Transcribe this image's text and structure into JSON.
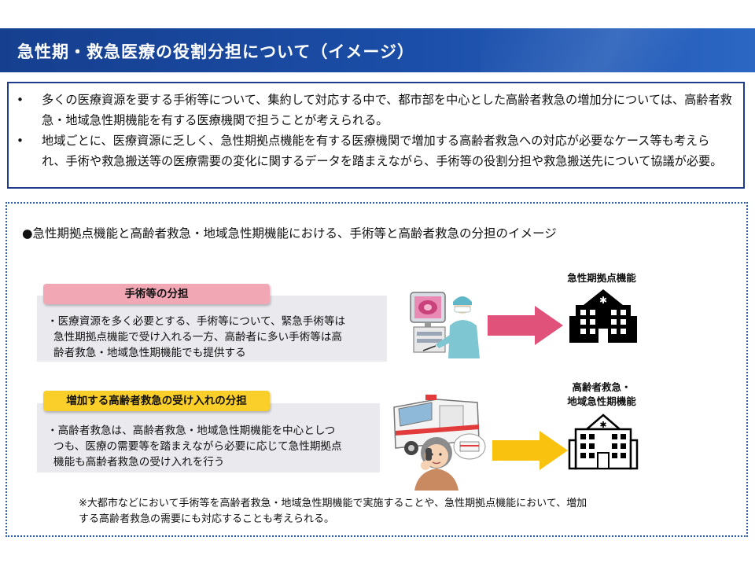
{
  "header": {
    "title": "急性期・救急医療の役割分担について（イメージ）"
  },
  "summary": {
    "bullet_glyph": "•",
    "items": [
      "多くの医療資源を要する手術等について、集約して対応する中で、都市部を中心とした高齢者救急の増加分については、高齢者救急・地域急性期機能を有する医療機関で担うことが考えられる。",
      "地域ごとに、医療資源に乏しく、急性期拠点機能を有する医療機関で増加する高齢者救急への対応が必要なケース等も考えられ、手術や救急搬送等の医療需要の変化に関するデータを踏まえながら、手術等の役割分担や救急搬送先について協議が必要。"
    ]
  },
  "diagram": {
    "subheading": "●急性期拠点機能と高齢者救急・地域急性期機能における、手術等と高齢者救急の分担のイメージ",
    "row1": {
      "tag": "手術等の分担",
      "lines": [
        "・医療資源を多く必要とする、手術等について、緊急手術等は",
        "急性期拠点機能で受け入れる一方、高齢者に多い手術等は高",
        "齢者救急・地域急性期機能でも提供する"
      ],
      "facility_label": "急性期拠点機能",
      "arrow_color": "#e0527a"
    },
    "row2": {
      "tag": "増加する高齢者救急の受け入れの分担",
      "lines": [
        "・高齢者救急は、高齢者救急・地域急性期機能を中心としつ",
        "つも、医療の需要等を踏まえながら必要に応じて急性期拠点",
        "機能も高齢者救急の受け入れを行う"
      ],
      "facility_label_lines": [
        "高齢者救急・",
        "地域急性期機能"
      ],
      "arrow_color": "#f9c20e"
    },
    "note_lines": [
      "※大都市などにおいて手術等を高齢者救急・地域急性期機能で実施することや、急性期拠点機能において、増加",
      "する高齢者救急の需要にも対応することも考えられる。"
    ]
  },
  "colors": {
    "header_bg": "#1b4ea8",
    "border_blue": "#1f3c88",
    "tag_pink": "#f2a7b5",
    "tag_yellow": "#fbcf2a"
  }
}
